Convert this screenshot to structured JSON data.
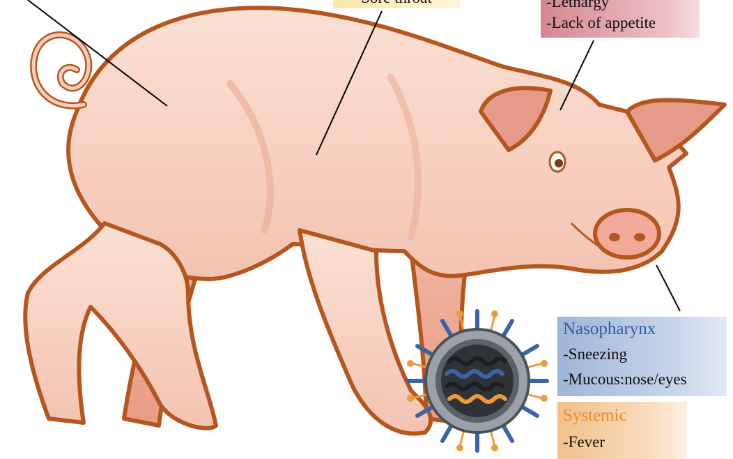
{
  "labels": {
    "throat": "Sore throat",
    "general": {
      "lines": [
        "-Lethargy",
        "-Lack of appetite"
      ]
    },
    "nasopharynx": {
      "title": "Nasopharynx",
      "lines": [
        "-Sneezing",
        "-Mucous:nose/eyes"
      ]
    },
    "systemic": {
      "title": "Systemic",
      "lines": [
        "-Fever"
      ]
    }
  },
  "colors": {
    "pig_skin": "#f8d3c4",
    "pig_outline": "#b5561f",
    "nasopharynx_title": "#2c5aa0",
    "systemic_title": "#ee8a2a",
    "virus_spike_blue": "#3a63a8",
    "virus_spike_orange": "#ee9a3a"
  },
  "icons": {
    "pig": "pig-illustration",
    "virus": "influenza-virus-icon"
  }
}
